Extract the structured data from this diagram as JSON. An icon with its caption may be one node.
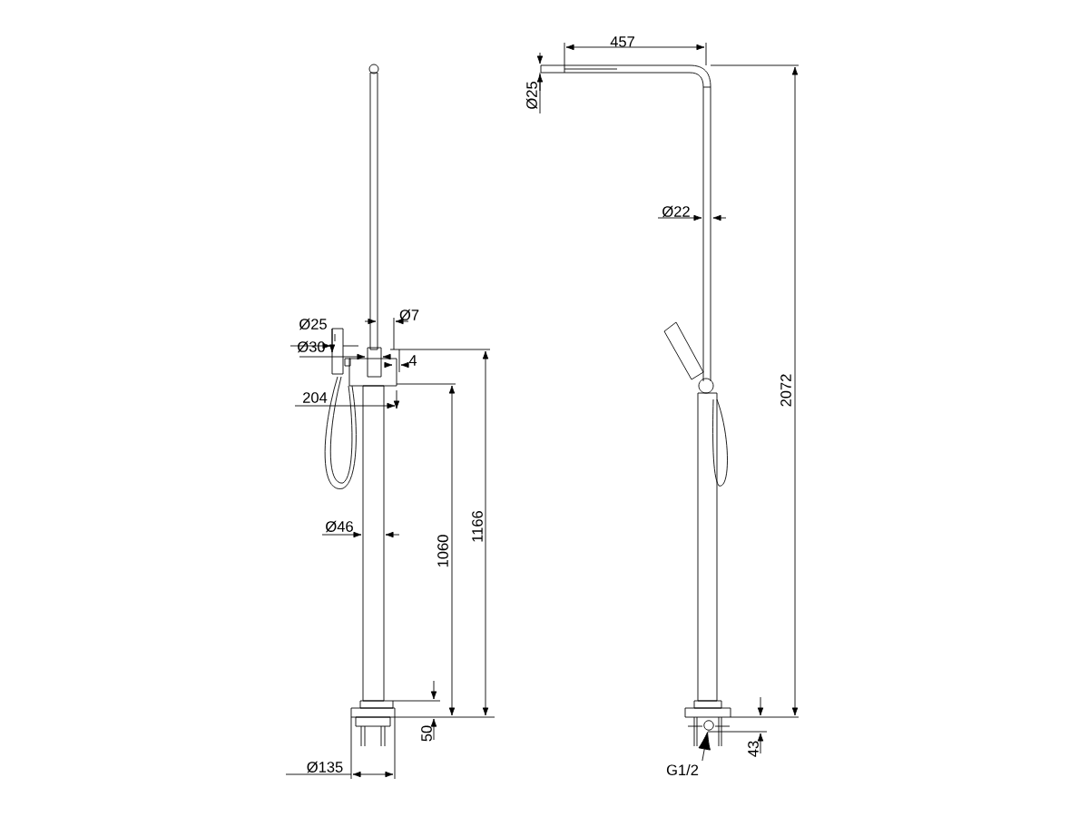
{
  "diagram": {
    "nodes": [
      {
        "text": [
          "G1/2"
        ]
      },
      {
        "text": [],
        "shape": "circle"
      }
    ],
    "edges": [
      {
        "from": 0,
        "to": 1,
        "arrow": "to"
      }
    ],
    "labels": [
      "Ø25",
      "Ø7",
      "Ø30",
      "4",
      "204",
      "Ø46",
      "1060",
      "1166",
      "50",
      "Ø135",
      "457",
      "Ø25",
      "Ø22",
      "2072",
      "43"
    ]
  }
}
